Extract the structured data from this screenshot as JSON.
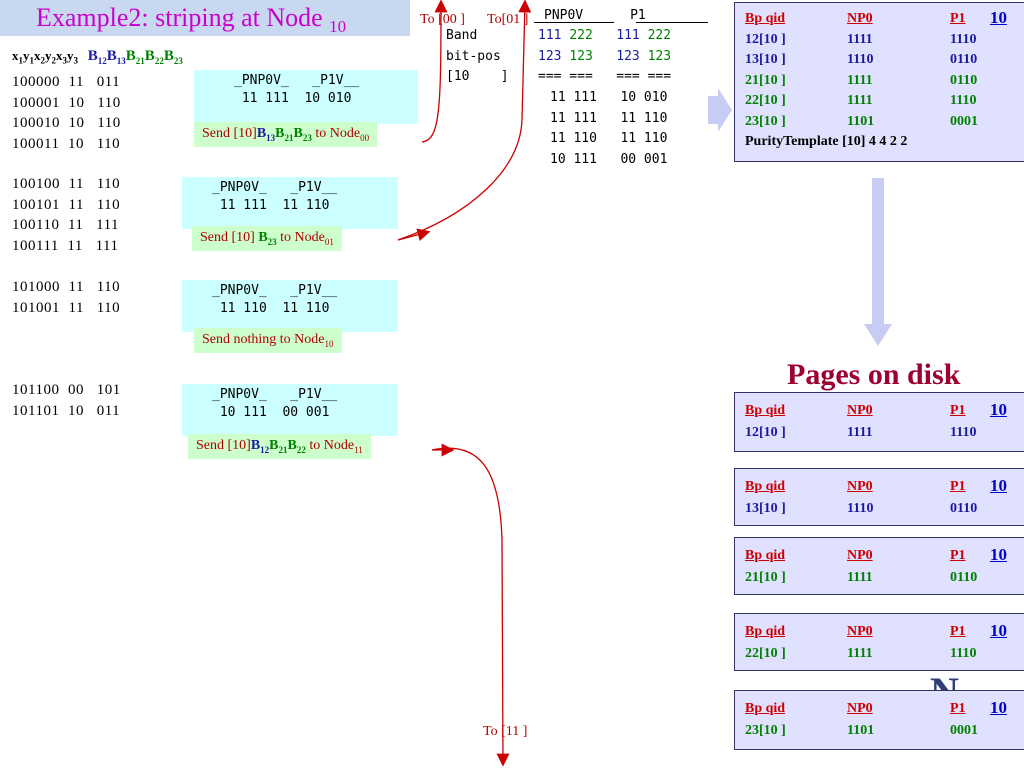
{
  "title": {
    "main": "Example2: striping at Node",
    "sub": "10"
  },
  "header": {
    "vars": [
      "x",
      "1",
      "y",
      "1",
      "x",
      "2",
      "y",
      "2",
      "x",
      "3",
      "y",
      "3"
    ],
    "bands": [
      [
        "B",
        "12"
      ],
      [
        "B",
        "13"
      ],
      [
        "B",
        "21"
      ],
      [
        "B",
        "22"
      ],
      [
        "B",
        "23"
      ]
    ]
  },
  "groups": [
    {
      "rows": [
        "100000  11   011",
        "100001  10   110",
        "100010  10   110",
        "100011  10   110"
      ],
      "pbox": [
        "_PNP0V_   _P1V__",
        " 11 111  10 010"
      ],
      "send_pre": "Send  [10]",
      "send_bands": [
        [
          "B",
          "13"
        ],
        [
          "B",
          "21"
        ],
        [
          "B",
          "23"
        ]
      ],
      "send_post": "  to Node",
      "send_node": "00"
    },
    {
      "rows": [
        "100100  11   110",
        "100101  11   110",
        "100110  11   111",
        "100111  11   111"
      ],
      "pbox": [
        "_PNP0V_   _P1V__",
        " 11 111  11 110"
      ],
      "send_pre": "Send   [10] ",
      "send_bands": [
        [
          "B",
          "23"
        ]
      ],
      "send_post": "  to Node",
      "send_node": "01"
    },
    {
      "rows": [
        "101000  11   110",
        "101001  11   110"
      ],
      "pbox": [
        "_PNP0V_   _P1V__",
        " 11 110  11 110"
      ],
      "send_pre": "Send nothing to Node",
      "send_bands": [],
      "send_post": "",
      "send_node": "10"
    },
    {
      "rows": [
        "101100  00   101",
        "101101  10   011"
      ],
      "pbox": [
        "_PNP0V_   _P1V__",
        " 10 111  00 001"
      ],
      "send_pre": "Send   [10]",
      "send_bands": [
        [
          "B",
          "12"
        ],
        [
          "B",
          "21"
        ],
        [
          "B",
          "22"
        ]
      ],
      "send_post": "  to Node",
      "send_node": "11"
    }
  ],
  "to_labels": {
    "t00": "To [00 ]",
    "t01": "To[01 ]",
    "t11": "To [11 ]"
  },
  "middle": {
    "head": "PNP0V      P1",
    "band_label": "Band",
    "band_vals": [
      "111",
      "222",
      "111",
      "222"
    ],
    "bitpos_label": "bit-pos",
    "bitpos_vals": [
      "123",
      "123",
      "123",
      "123"
    ],
    "qid_label": "[10    ]",
    "sep": "=== ===   === ===",
    "rows": [
      "11 111   10 010",
      "11 111   11 110",
      "11 110   11 110",
      "10 111   00 001"
    ]
  },
  "template": {
    "headers": [
      "Bp qid",
      "NP0",
      "P1",
      "10"
    ],
    "rows": [
      [
        "12[10      ]",
        "1111",
        "1110"
      ],
      [
        "13[10      ]",
        "1110",
        "0110"
      ],
      [
        "21[10      ]",
        "1111",
        "0110"
      ],
      [
        "22[10      ]",
        "1111",
        "1110"
      ],
      [
        "23[10      ]",
        "1101",
        "0001"
      ]
    ],
    "footer": "PurityTemplate [10] 4 4 2 2"
  },
  "pages_title": "Pages on disk",
  "pages": [
    {
      "headers": [
        "Bp qid",
        "NP0",
        "P1",
        "10"
      ],
      "row": [
        "12[10      ]",
        "1111",
        "1110"
      ]
    },
    {
      "headers": [
        "Bp qid",
        "NP0",
        "P1",
        "10"
      ],
      "row": [
        "13[10      ]",
        "1110",
        "0110"
      ]
    },
    {
      "headers": [
        "Bp qid",
        "NP0",
        "P1",
        "10"
      ],
      "row": [
        "21[10      ]",
        "1111",
        "0110"
      ]
    },
    {
      "headers": [
        "Bp qid",
        "NP0",
        "P1",
        "10"
      ],
      "row": [
        "22[10      ]",
        "1111",
        "1110"
      ]
    },
    {
      "headers": [
        "Bp qid",
        "NP0",
        "P1",
        "10"
      ],
      "row": [
        "23[10      ]",
        "1101",
        "0001"
      ]
    }
  ],
  "logo": "N",
  "colors": {
    "title": "#cc00cc",
    "cyan": "#ccffff",
    "green_box": "#ccffcc",
    "card": "#e0e0ff",
    "arrow": "#cc0000",
    "pages_title": "#9b0030"
  }
}
